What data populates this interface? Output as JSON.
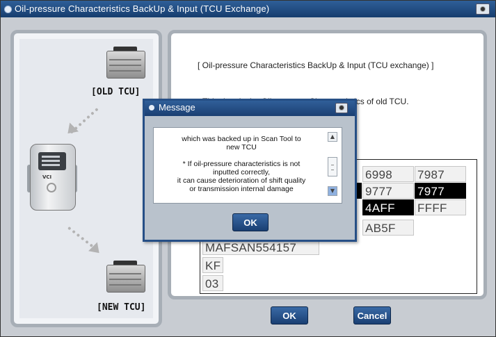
{
  "window": {
    "title": "Oil-pressure Characteristics BackUp & Input (TCU Exchange)"
  },
  "left_panel": {
    "old_tcu_label": "[OLD TCU]",
    "new_tcu_label": "[NEW TCU]",
    "vci_label": "VCI"
  },
  "main": {
    "heading": "[ Oil-pressure Characteristics BackUp & Input (TCU  exchange) ]",
    "description": "This data is the Oil-pressure Characteristics of old TCU.",
    "data_rows": [
      [
        "6998",
        "7987"
      ],
      [
        "9777",
        "7977"
      ],
      [
        "4AFF",
        "FFFF"
      ],
      [
        "AB5F"
      ]
    ],
    "vin": "MAFSAN554157",
    "code1": "KF",
    "code2": "03"
  },
  "buttons": {
    "ok": "OK",
    "cancel": "Cancel"
  },
  "dialog": {
    "title": "Message",
    "line1": "which was backed up in Scan Tool to",
    "line2": "new TCU",
    "line3": "* If oil-pressure characteristics is not",
    "line4": "inputted correctly,",
    "line5": "it can cause deterioration of shift quality",
    "line6": "or transmission internal damage",
    "ok": "OK"
  },
  "colors": {
    "titlebar": "#1f4a80",
    "button": "#27508a",
    "panel_border": "#a7aeb6",
    "highlight_cell": "#000000"
  }
}
